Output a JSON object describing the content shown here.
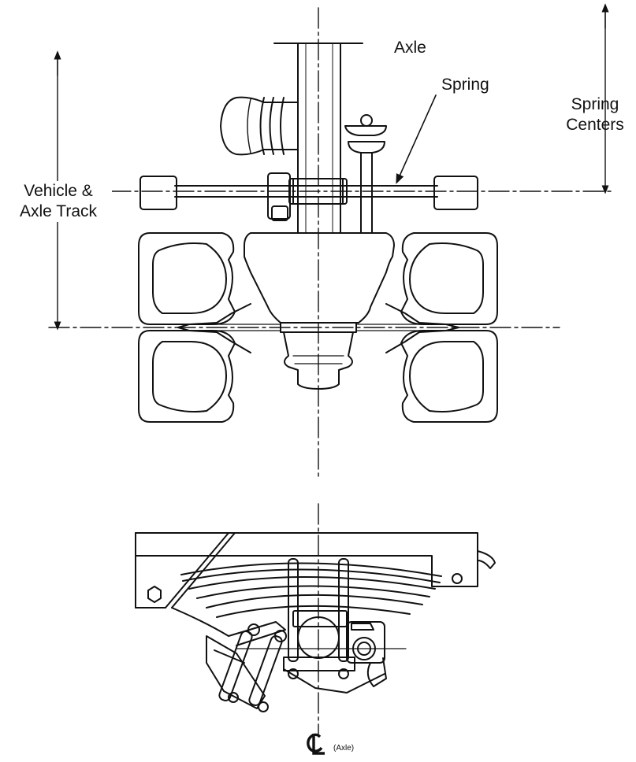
{
  "labels": {
    "axle": "Axle",
    "spring": "Spring",
    "spring_centers": [
      "Spring",
      "Centers"
    ],
    "vehicle_axle_track": [
      "Vehicle &",
      "Axle Track"
    ],
    "centerline_symbol": "CL",
    "centerline_note": "(Axle)"
  },
  "colors": {
    "line": "#111111",
    "background": "#ffffff"
  }
}
